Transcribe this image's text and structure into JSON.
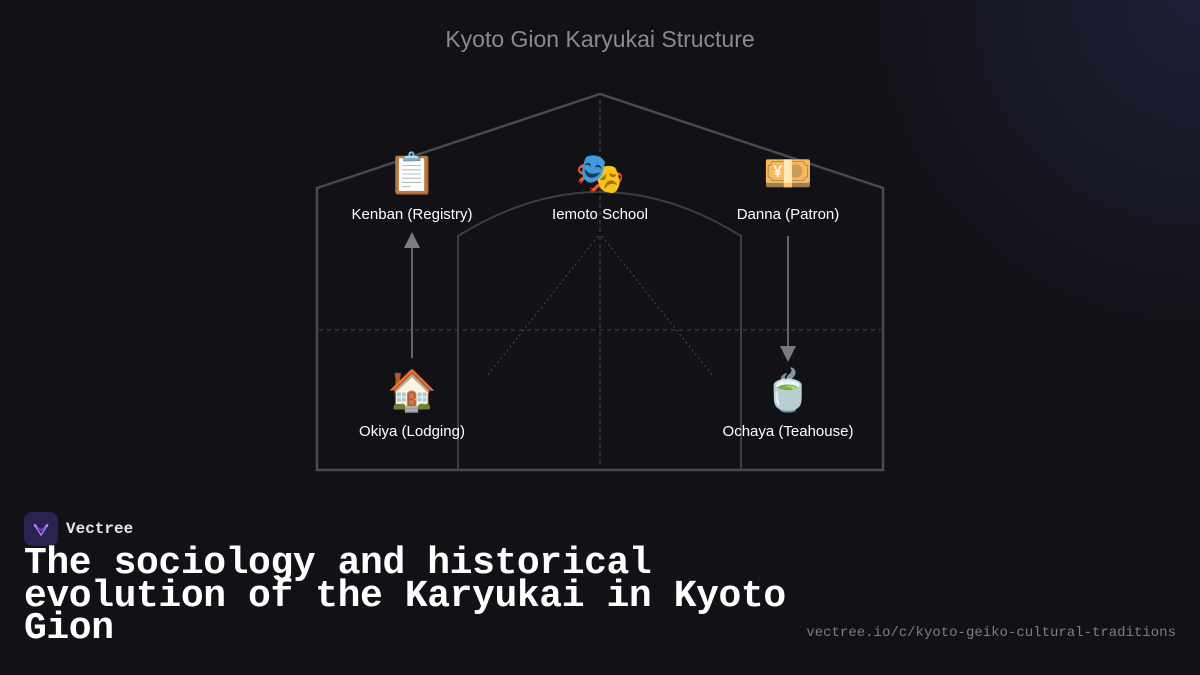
{
  "diagram": {
    "title": "Kyoto Gion Karyukai Structure",
    "nodes": [
      {
        "id": "kenban",
        "icon": "clipboard-icon",
        "emoji": "📋",
        "label": "Kenban (Registry)"
      },
      {
        "id": "iemoto",
        "icon": "performing-arts-icon",
        "emoji": "🎭",
        "label": "Iemoto School"
      },
      {
        "id": "danna",
        "icon": "yen-banknote-icon",
        "emoji": "💴",
        "label": "Danna (Patron)"
      },
      {
        "id": "okiya",
        "icon": "house-icon",
        "emoji": "🏠",
        "label": "Okiya (Lodging)"
      },
      {
        "id": "ochaya",
        "icon": "teacup-icon",
        "emoji": "🍵",
        "label": "Ochaya (Teahouse)"
      }
    ],
    "arrows": [
      {
        "from": "okiya",
        "to": "kenban"
      },
      {
        "from": "danna",
        "to": "ochaya"
      }
    ]
  },
  "brand": {
    "name": "Vectree",
    "logo_icon": "vectree-logo-icon"
  },
  "headline": "The sociology and historical evolution of the Karyukai in Kyoto Gion",
  "url": "vectree.io/c/kyoto-geiko-cultural-traditions",
  "colors": {
    "background": "#111116",
    "frame": "#4a4a50",
    "text": "#ffffff",
    "muted": "#8a8a92"
  }
}
